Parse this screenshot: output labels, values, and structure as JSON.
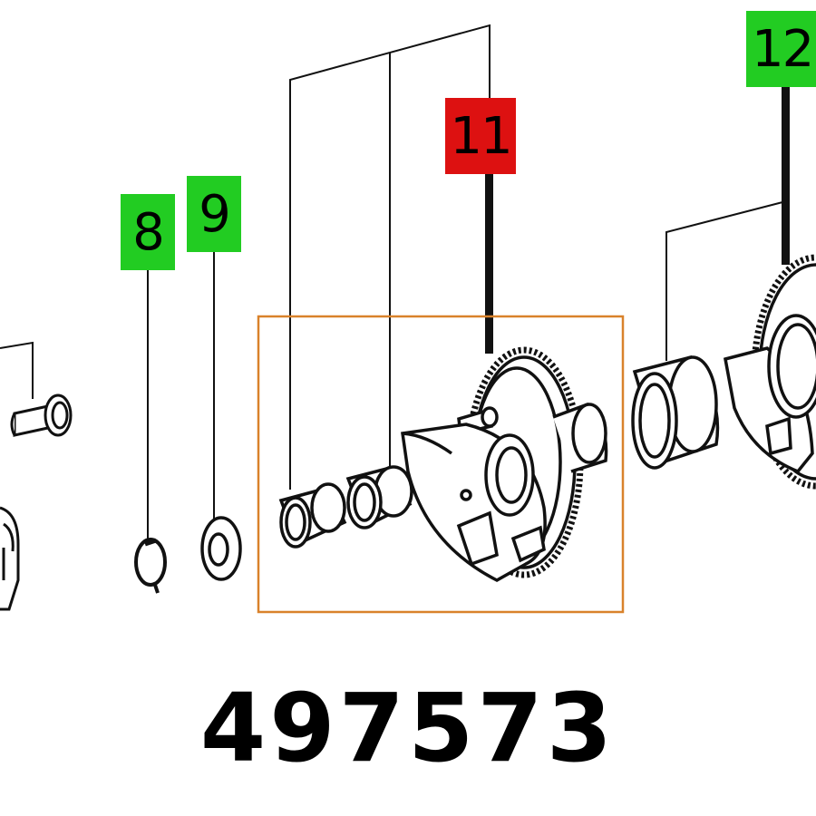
{
  "callouts": {
    "c8": "8",
    "c9": "9",
    "c11": "11",
    "c12": "12"
  },
  "part_number": "497573",
  "colors": {
    "callout_available": "#22cc22",
    "callout_selected": "#dd1111",
    "selection_frame": "#d9822b",
    "line_art": "#111111"
  }
}
